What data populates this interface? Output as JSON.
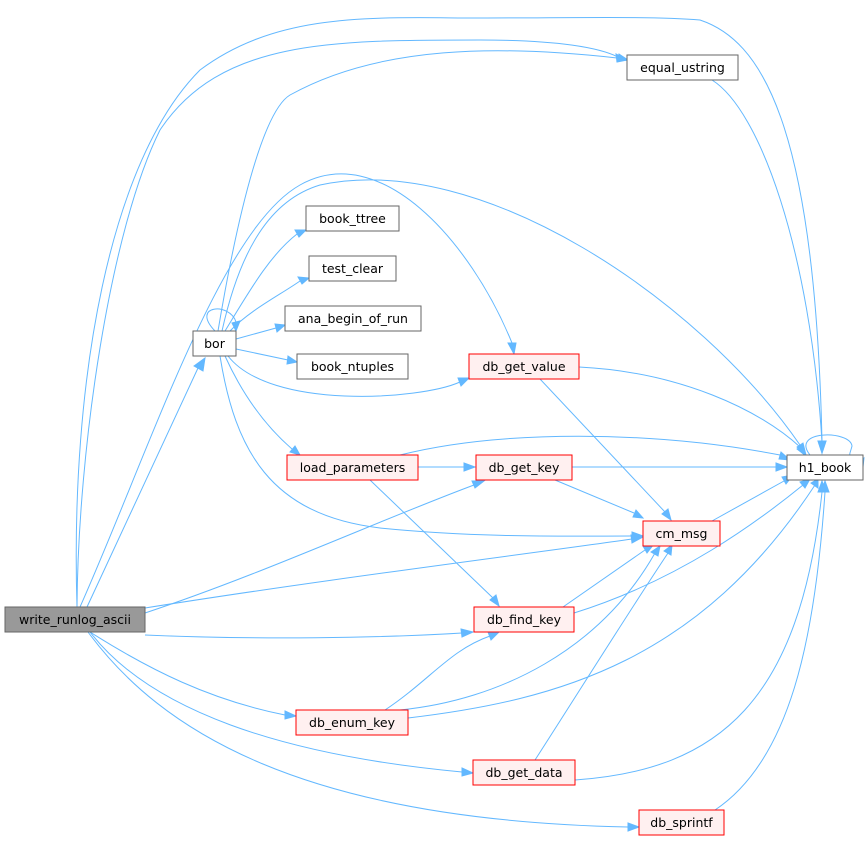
{
  "colors": {
    "edge": "#63b8ff",
    "root_fill": "#999999",
    "root_stroke": "#666666",
    "plain_fill": "#ffffff",
    "plain_stroke": "#666666",
    "red_fill": "#fff0f0",
    "red_stroke": "#ff0000"
  },
  "nodes": {
    "write_runlog_ascii": "write_runlog_ascii",
    "bor": "bor",
    "equal_ustring": "equal_ustring",
    "book_ttree": "book_ttree",
    "test_clear": "test_clear",
    "ana_begin_of_run": "ana_begin_of_run",
    "book_ntuples": "book_ntuples",
    "db_get_value": "db_get_value",
    "load_parameters": "load_parameters",
    "db_get_key": "db_get_key",
    "h1_book": "h1_book",
    "cm_msg": "cm_msg",
    "db_find_key": "db_find_key",
    "db_enum_key": "db_enum_key",
    "db_get_data": "db_get_data",
    "db_sprintf": "db_sprintf"
  }
}
